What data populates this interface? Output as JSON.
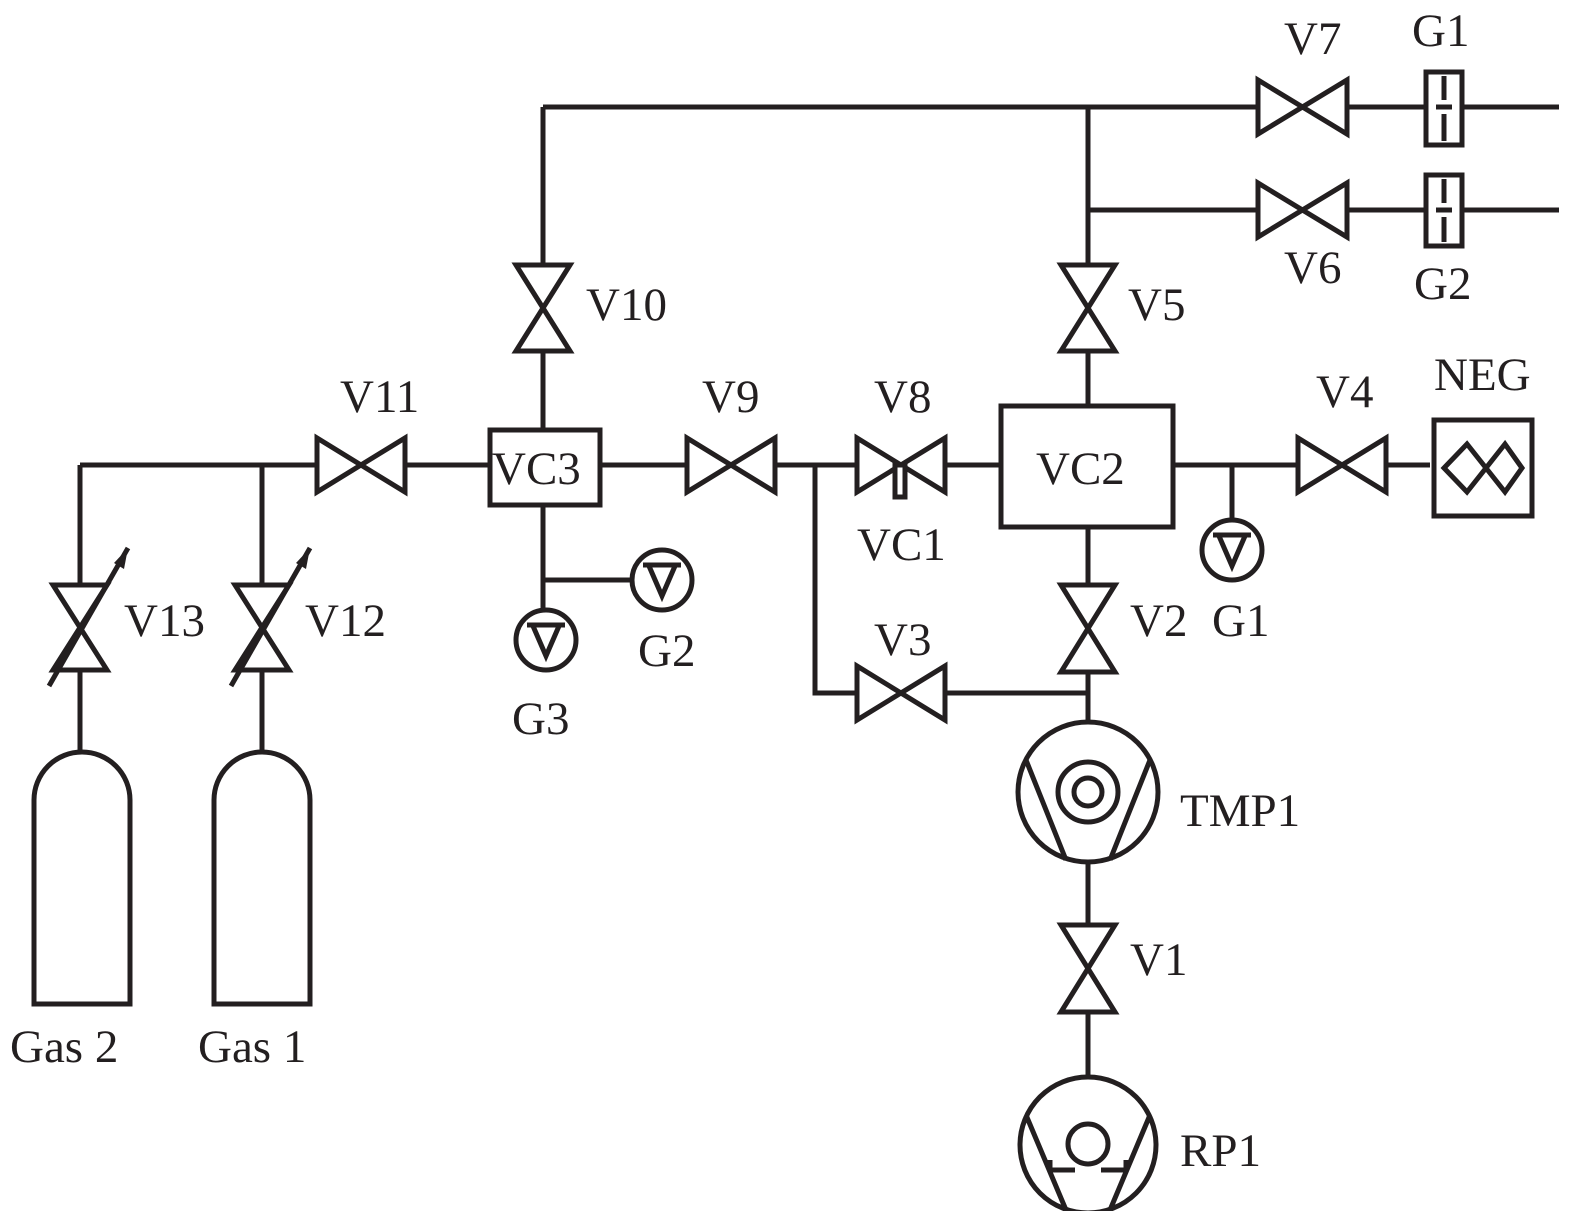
{
  "labels": {
    "v1": "V1",
    "v2": "V2",
    "v3": "V3",
    "v4": "V4",
    "v5": "V5",
    "v6": "V6",
    "v7": "V7",
    "v8": "V8",
    "v9": "V9",
    "v10": "V10",
    "v11": "V11",
    "v12": "V12",
    "v13": "V13",
    "vc1": "VC1",
    "vc2": "VC2",
    "vc3": "VC3",
    "g1_top": "G1",
    "g2_top": "G2",
    "g1": "G1",
    "g2": "G2",
    "g3": "G3",
    "neg": "NEG",
    "tmp1": "TMP1",
    "rp1": "RP1",
    "gas1": "Gas 1",
    "gas2": "Gas 2"
  },
  "colors": {
    "line": "#231f20",
    "background": "#ffffff"
  }
}
